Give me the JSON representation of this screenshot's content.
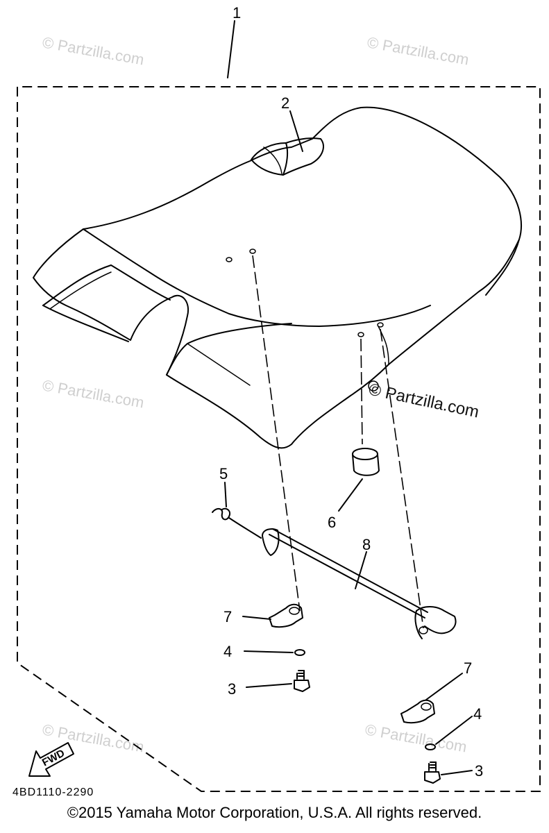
{
  "watermark": {
    "text": "© Partzilla.com",
    "main_text": "© Partzilla.com"
  },
  "callouts": {
    "c1": "1",
    "c2": "2",
    "c3a": "3",
    "c3b": "3",
    "c4a": "4",
    "c4b": "4",
    "c5": "5",
    "c6": "6",
    "c7a": "7",
    "c7b": "7",
    "c8": "8"
  },
  "fwd_label": "FWD",
  "diagram_code": "4BD1110-2290",
  "copyright": "©2015 Yamaha Motor Corporation, U.S.A. All rights reserved."
}
